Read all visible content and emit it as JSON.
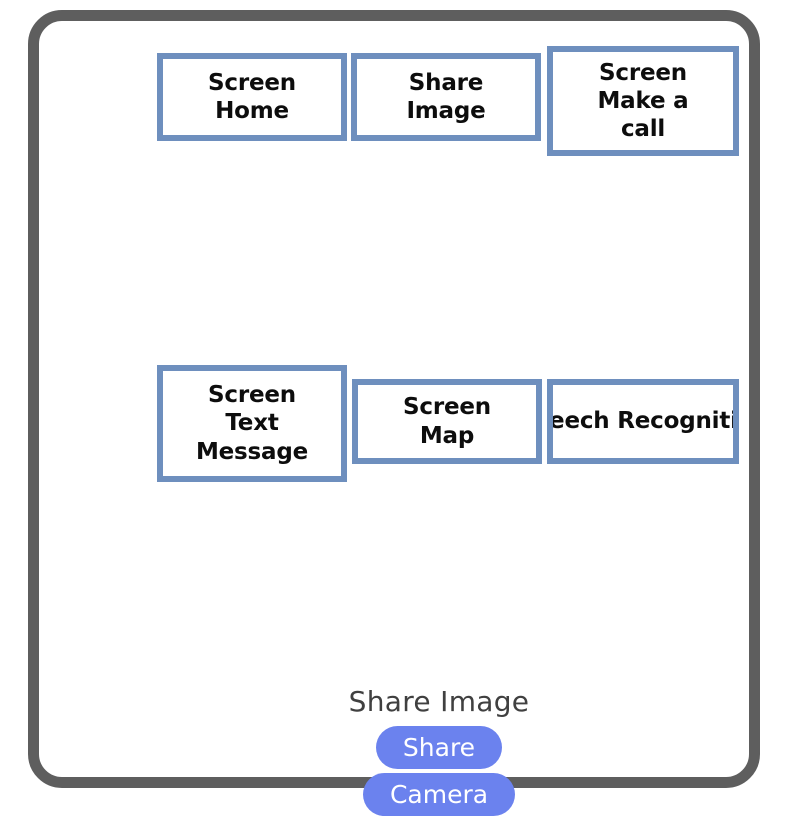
{
  "device": {
    "frame_color": "#5e5e5e",
    "screen_background": "#ffffff"
  },
  "flow": {
    "box_border_color": "#6e8fbe",
    "box_fill_color": "#ffffff",
    "rows": [
      {
        "row_name": "top-row",
        "boxes": [
          {
            "id": "home",
            "label": "Screen\nHome"
          },
          {
            "id": "share-image",
            "label": "Share\nImage"
          },
          {
            "id": "make-call",
            "label": "Screen\nMake a\ncall"
          }
        ]
      },
      {
        "row_name": "bottom-row",
        "boxes": [
          {
            "id": "text-message",
            "label": "Screen\nText\nMessage"
          },
          {
            "id": "map",
            "label": "Screen\nMap"
          },
          {
            "id": "speech",
            "label": "Speech\nRecognition"
          }
        ]
      }
    ]
  },
  "share_panel": {
    "title": "Share Image",
    "title_color": "#404040",
    "button_color": "#6b82ee",
    "buttons": [
      {
        "id": "share",
        "label": "Share"
      },
      {
        "id": "camera",
        "label": "Camera"
      }
    ]
  }
}
